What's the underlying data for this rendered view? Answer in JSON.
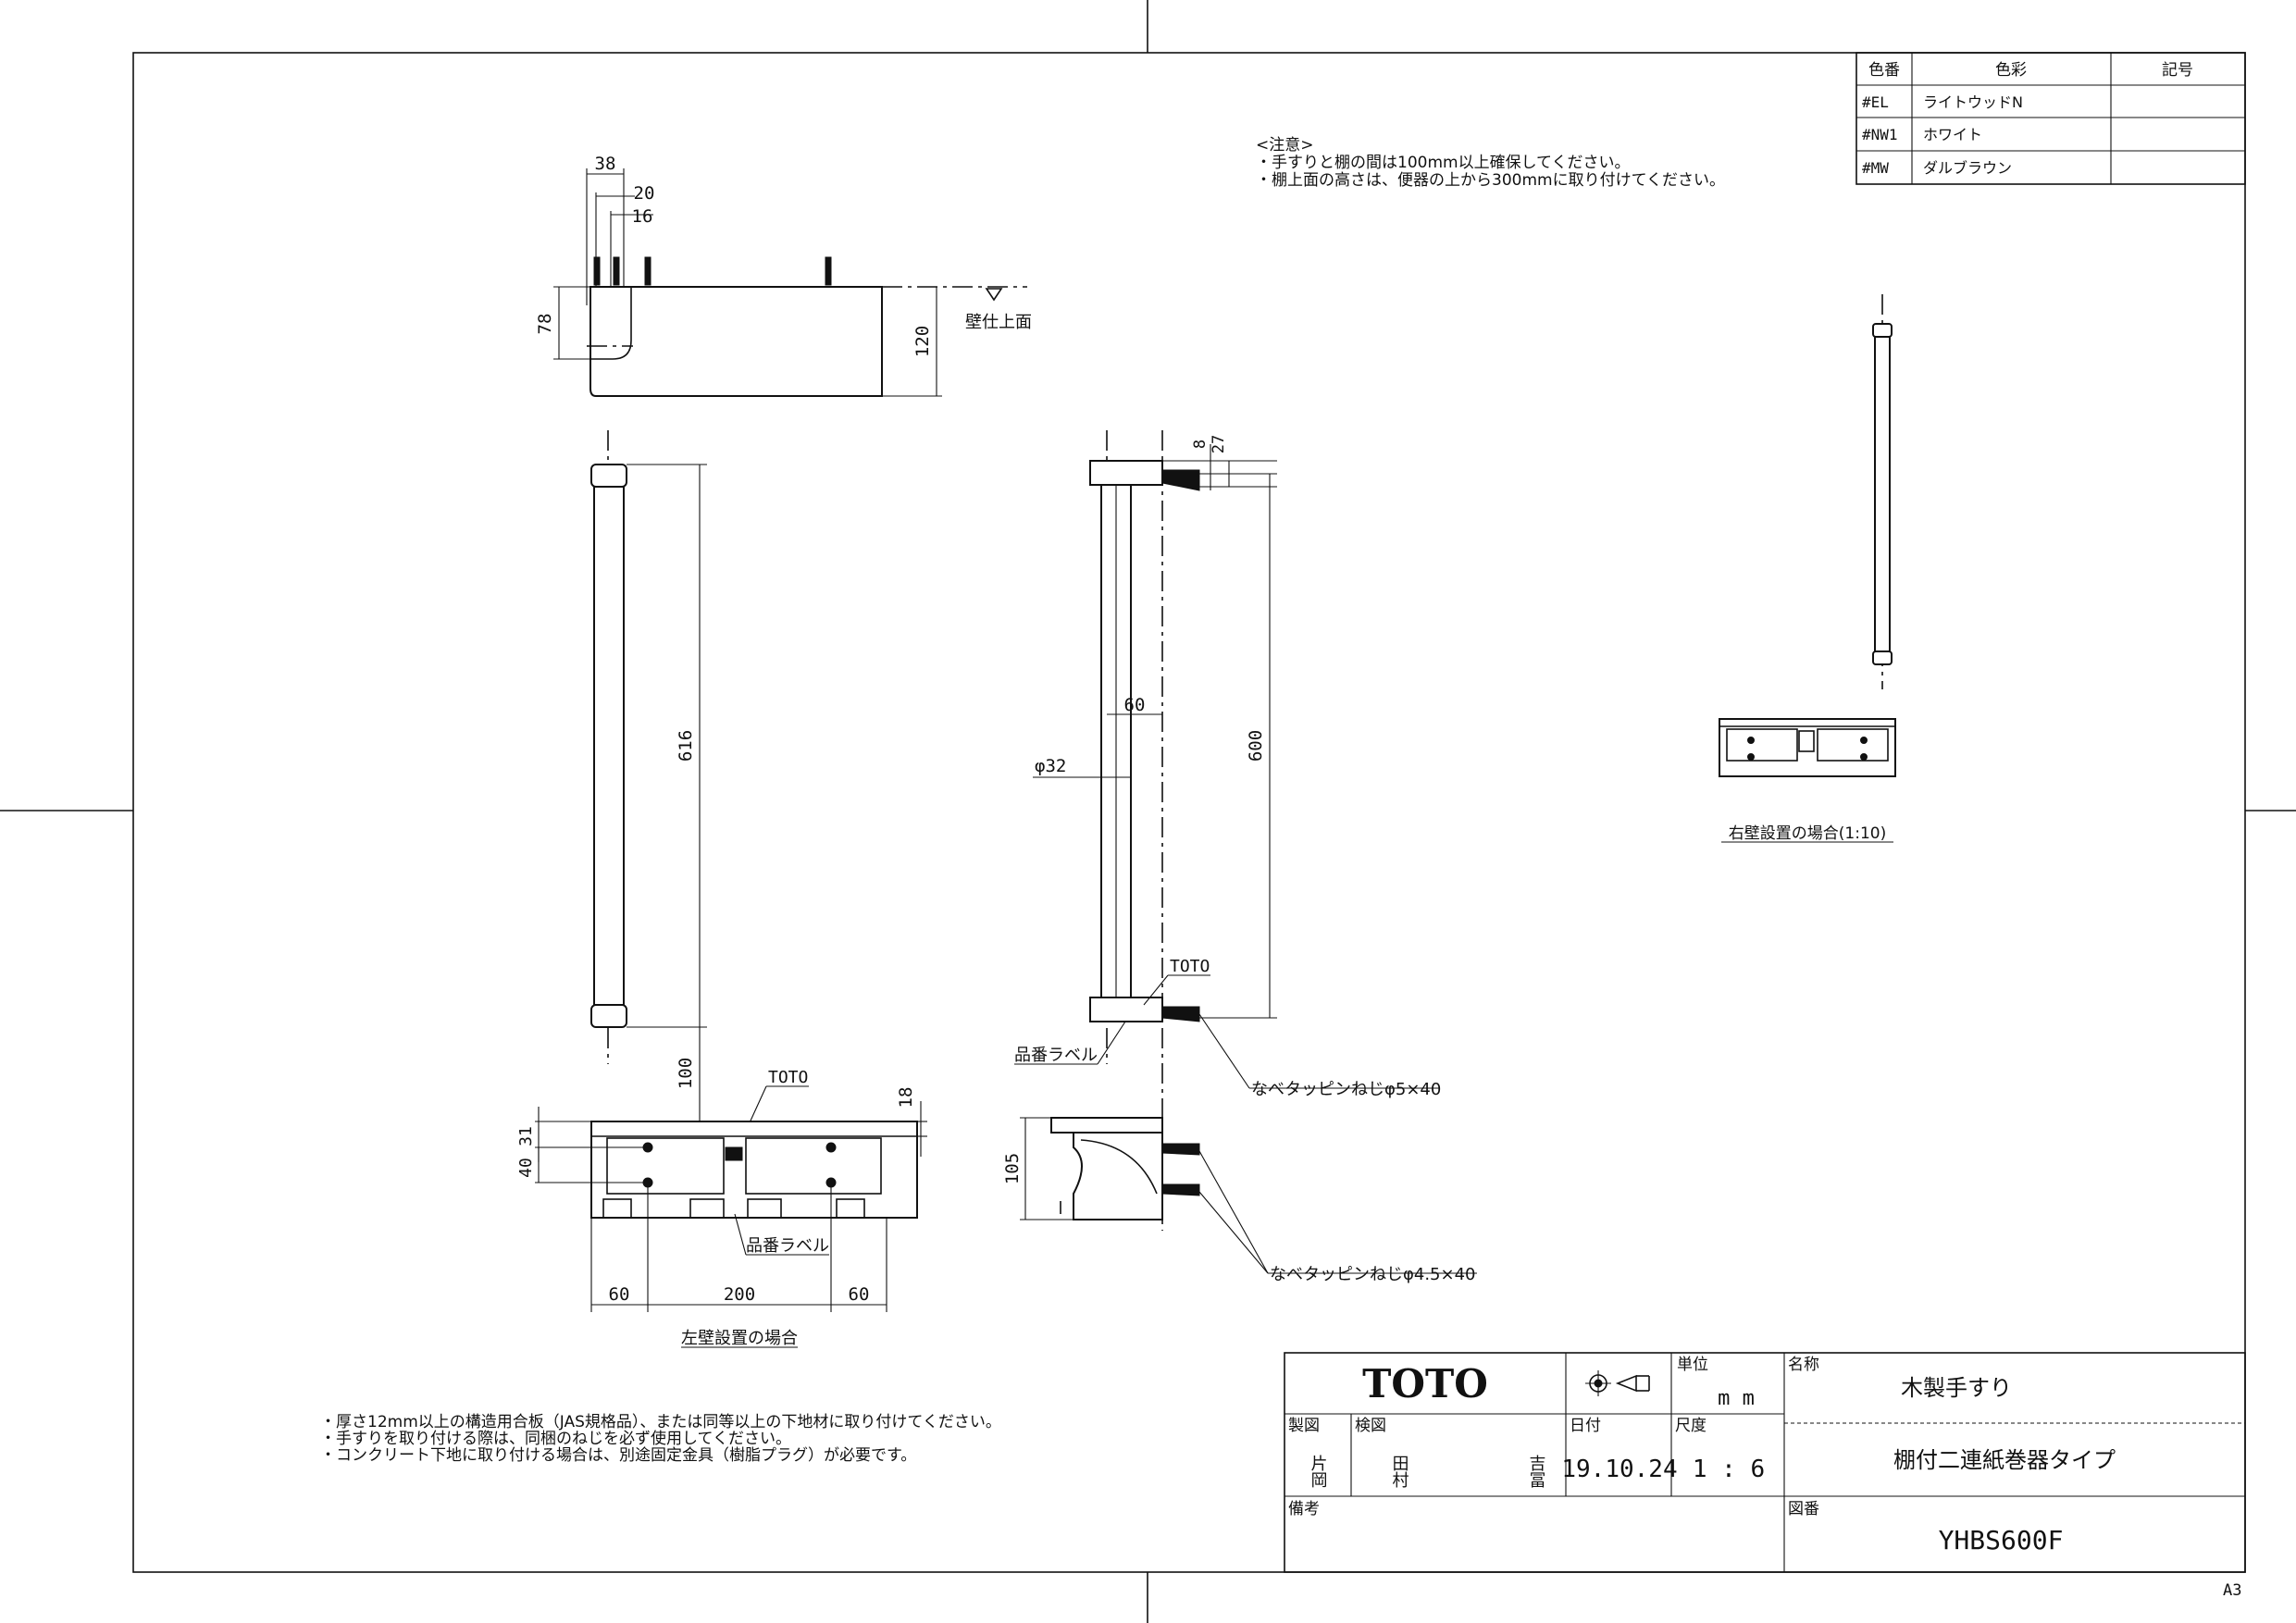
{
  "color_table": {
    "headers": [
      "色番",
      "色彩",
      "記号"
    ],
    "rows": [
      [
        "#EL",
        "ライトウッドN",
        ""
      ],
      [
        "#NW1",
        "ホワイト",
        ""
      ],
      [
        "#MW",
        "ダルブラウン",
        ""
      ]
    ]
  },
  "notes_top": {
    "title": "<注意>",
    "lines": [
      "・手すりと棚の間は100mm以上確保してください。",
      "・棚上面の高さは、便器の上から300mmに取り付けてください。"
    ]
  },
  "notes_bottom": [
    "・厚さ12mm以上の構造用合板（JAS規格品）、または同等以上の下地材に取り付けてください。",
    "・手すりを取り付ける際は、同梱のねじを必ず使用してください。",
    "・コンクリート下地に取り付ける場合は、別途固定金具（樹脂プラグ）が必要です。"
  ],
  "labels": {
    "wall_surface": "壁仕上面",
    "left_wall_caption": "左壁設置の場合",
    "right_wall_caption": "右壁設置の場合(1:10)",
    "product_label": "品番ラベル",
    "toto_mark": "TOTO",
    "screw_5x40": "なべタッピンねじφ5×40",
    "screw_4_5x40": "なべタッピンねじφ4.5×40",
    "sheet_size": "A3"
  },
  "dimensions": {
    "top_38": "38",
    "top_20": "20",
    "top_16": "16",
    "top_78": "78",
    "top_120": "120",
    "front_616": "616",
    "front_100": "100",
    "front_18": "18",
    "front_31": "31",
    "front_40": "40",
    "front_60a": "60",
    "front_200": "200",
    "front_60b": "60",
    "side_8": "8",
    "side_27": "27",
    "side_600": "600",
    "side_60": "60",
    "side_phi32": "φ32",
    "side_105": "105"
  },
  "title_block": {
    "logo": "TOTO",
    "unit_label": "単位",
    "unit_value": "m m",
    "name_label": "名称",
    "name_value": "木製手すり",
    "subtitle_value": "棚付二連紙巻器タイプ",
    "drawn_label": "製図",
    "drawn_value": "片岡",
    "checked_label": "検図",
    "checked_value_1": "田村",
    "checked_value_2": "吉冨",
    "date_label": "日付",
    "date_value": "19.10.24",
    "scale_label": "尺度",
    "scale_value": "1 : 6",
    "remarks_label": "備考",
    "drawing_no_label": "図番",
    "drawing_no_value": "YHBS600F"
  }
}
